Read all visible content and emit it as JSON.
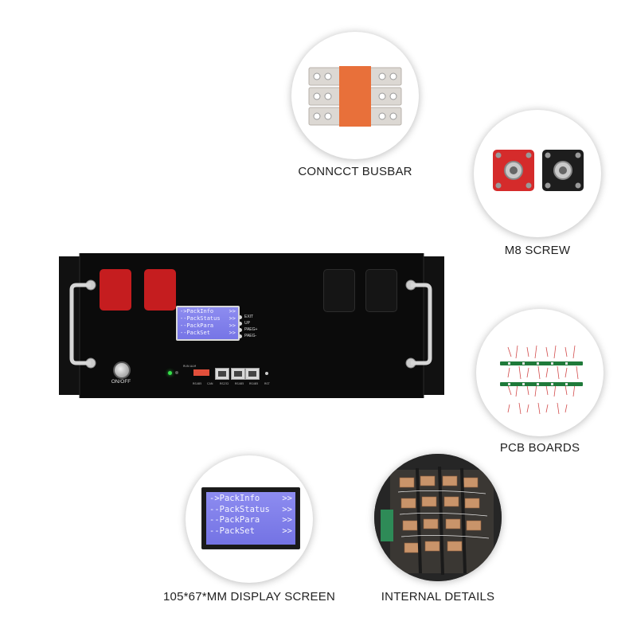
{
  "busbar": {
    "caption": "CONNCCT BUSBAR"
  },
  "screw": {
    "caption": "M8 SCREW"
  },
  "pcb": {
    "caption": "PCB BOARDS"
  },
  "display": {
    "caption": "105*67*MM DISPLAY SCREEN",
    "menu": [
      {
        "label": "->PackInfo",
        "arrow": ">>"
      },
      {
        "label": "--PackStatus",
        "arrow": ">>"
      },
      {
        "label": "--PackPara",
        "arrow": ">>"
      },
      {
        "label": "--PackSet",
        "arrow": ">>"
      }
    ]
  },
  "internal": {
    "caption": "INTERNAL DETAILS"
  },
  "battery": {
    "power_label": "ON/OFF",
    "buttons": [
      "EXIT",
      "UP",
      "PAEG+",
      "PAEG-"
    ],
    "port_labels": [
      "RS485",
      "CAN",
      "RS232",
      "RS485",
      "RS485",
      "RST"
    ],
    "led_label": "RUN ALM",
    "colors": {
      "red_terminal": "#c51d1f",
      "panel": "#0b0b0b",
      "lcd": "#7d7cea"
    }
  }
}
